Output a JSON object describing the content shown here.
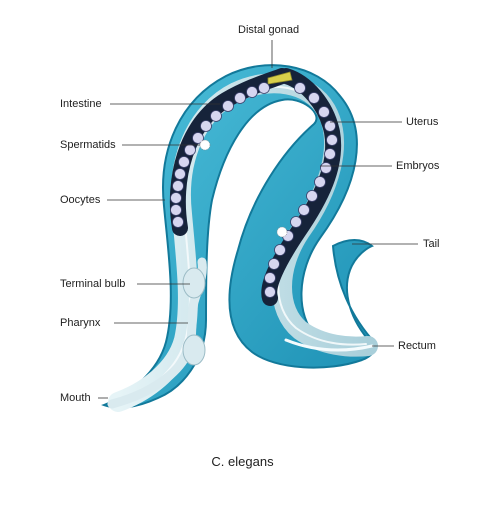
{
  "diagram": {
    "caption": "C. elegans",
    "labels": {
      "distal_gonad": "Distal gonad",
      "intestine": "Intestine",
      "spermatids": "Spermatids",
      "oocytes": "Oocytes",
      "terminal_bulb": "Terminal bulb",
      "pharynx": "Pharynx",
      "mouth": "Mouth",
      "uterus": "Uterus",
      "embryos": "Embryos",
      "tail": "Tail",
      "rectum": "Rectum"
    }
  },
  "colors": {
    "body": "#2aa6c8",
    "body_dark": "#1a84a6",
    "body_light": "#7fd6e8",
    "gut": "#c8e8ee",
    "gonad": "#16233a",
    "egg": "#d6d6f0",
    "spermatid": "#f2f2f2",
    "gonad_tip": "#d8d04a"
  }
}
